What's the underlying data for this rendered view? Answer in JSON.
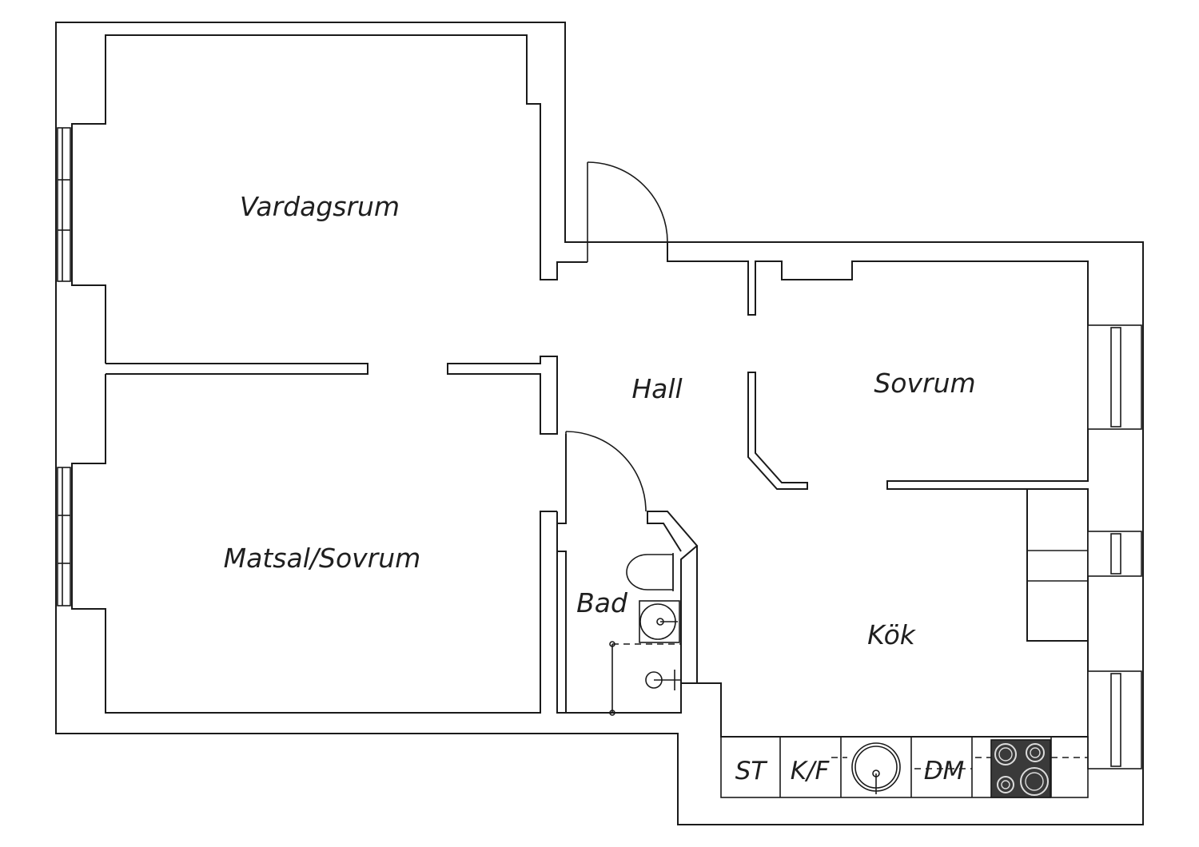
{
  "rooms": {
    "vardagsrum": "Vardagsrum",
    "matsal": "Matsal/Sovrum",
    "hall": "Hall",
    "sovrum": "Sovrum",
    "bad": "Bad",
    "kok": "Kök"
  },
  "appliances": {
    "st": "ST",
    "kf": "K/F",
    "dm": "DM"
  },
  "icons": {
    "sink": "kitchen-sink-icon",
    "stove": "stove-icon",
    "toilet": "toilet-icon",
    "washbasin": "washbasin-icon",
    "shower": "shower-icon"
  },
  "colors": {
    "line": "#1a1a1a",
    "stove_fill": "#3a3a3a"
  }
}
